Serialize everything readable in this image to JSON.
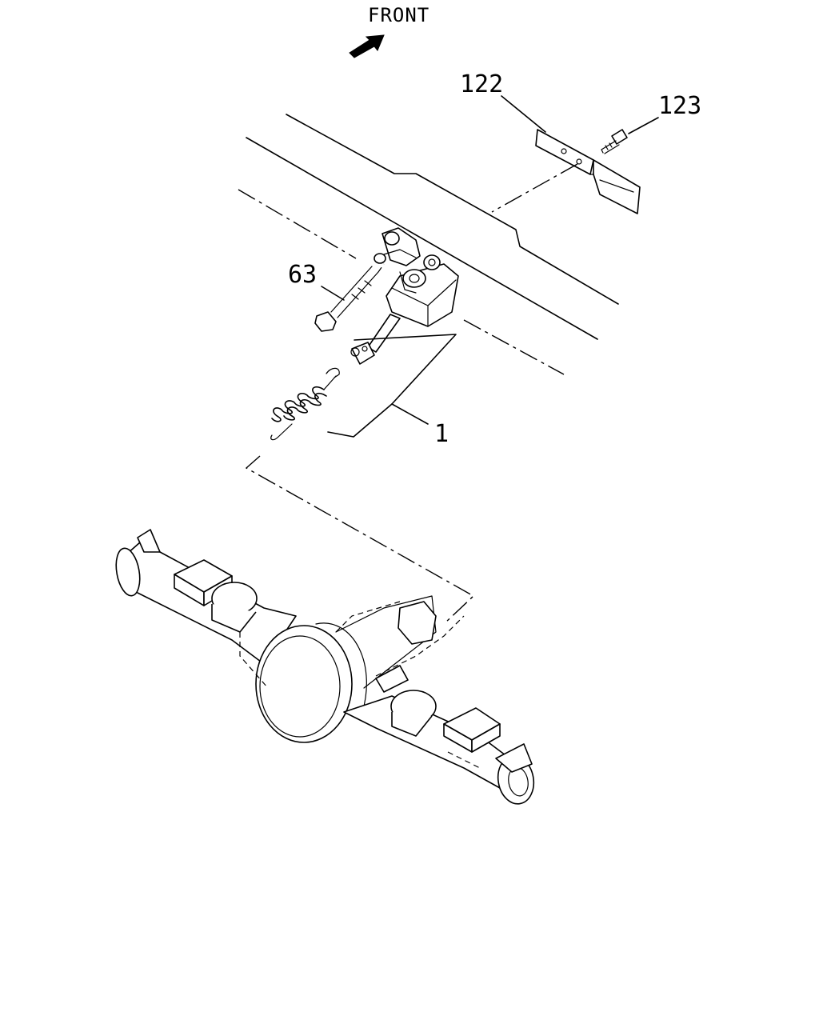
{
  "diagram": {
    "front_label": "FRONT",
    "callouts": {
      "bracket": "122",
      "bolt_bracket": "123",
      "bolt_valve": "63",
      "valve_assembly": "1"
    }
  }
}
